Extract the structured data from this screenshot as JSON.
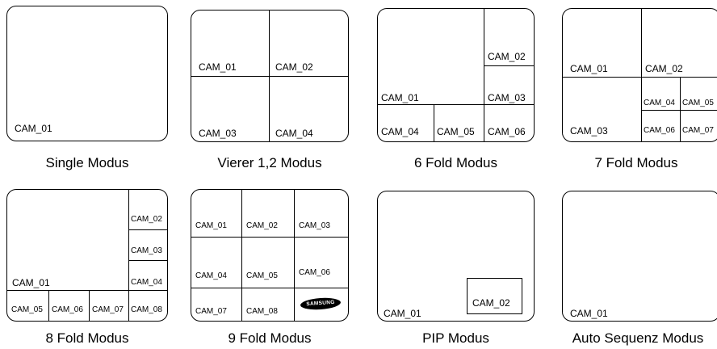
{
  "captions": {
    "single": "Single Modus",
    "quad": "Vierer 1,2 Modus",
    "six": "6 Fold Modus",
    "seven": "7 Fold Modus",
    "eight": "8 Fold Modus",
    "nine": "9 Fold Modus",
    "pip": "PIP Modus",
    "auto": "Auto Sequenz Modus"
  },
  "cams": {
    "c1": "CAM_01",
    "c2": "CAM_02",
    "c3": "CAM_03",
    "c4": "CAM_04",
    "c5": "CAM_05",
    "c6": "CAM_06",
    "c7": "CAM_07",
    "c8": "CAM_08"
  },
  "logo": "SAMSUNG"
}
